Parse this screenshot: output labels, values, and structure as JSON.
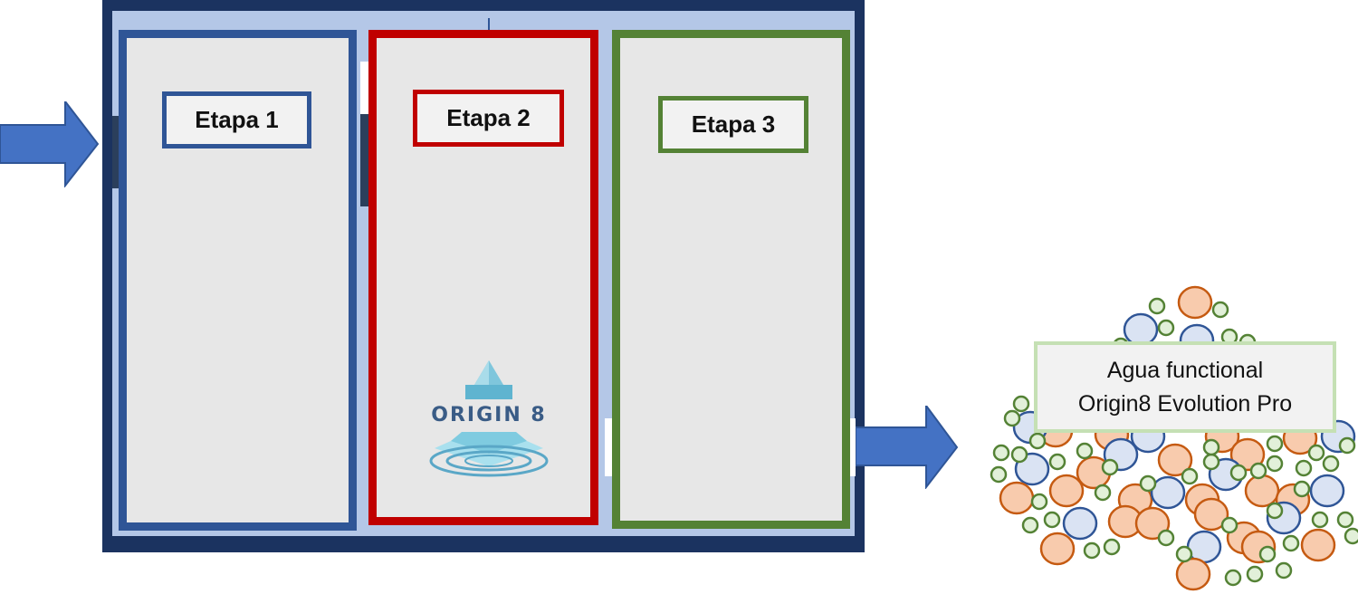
{
  "stages": [
    {
      "label": "Etapa 1",
      "color": "#2f5596"
    },
    {
      "label": "Etapa 2",
      "color": "#c00000"
    },
    {
      "label": "Etapa 3",
      "color": "#548235"
    }
  ],
  "logo": {
    "text": "ORIGIN 8",
    "icon": "pyramid-logo-icon"
  },
  "output": {
    "line1": "Agua functional",
    "line2": "Origin8 Evolution Pro",
    "border_color": "#c5e0b4"
  },
  "particle_colors": {
    "orange_fill": "#f8cbad",
    "orange_stroke": "#c55a11",
    "blue_fill": "#dae3f3",
    "blue_stroke": "#2f5596",
    "green_fill": "#e2f0d9",
    "green_stroke": "#548235"
  },
  "arrows": {
    "color": "#4472c4"
  }
}
